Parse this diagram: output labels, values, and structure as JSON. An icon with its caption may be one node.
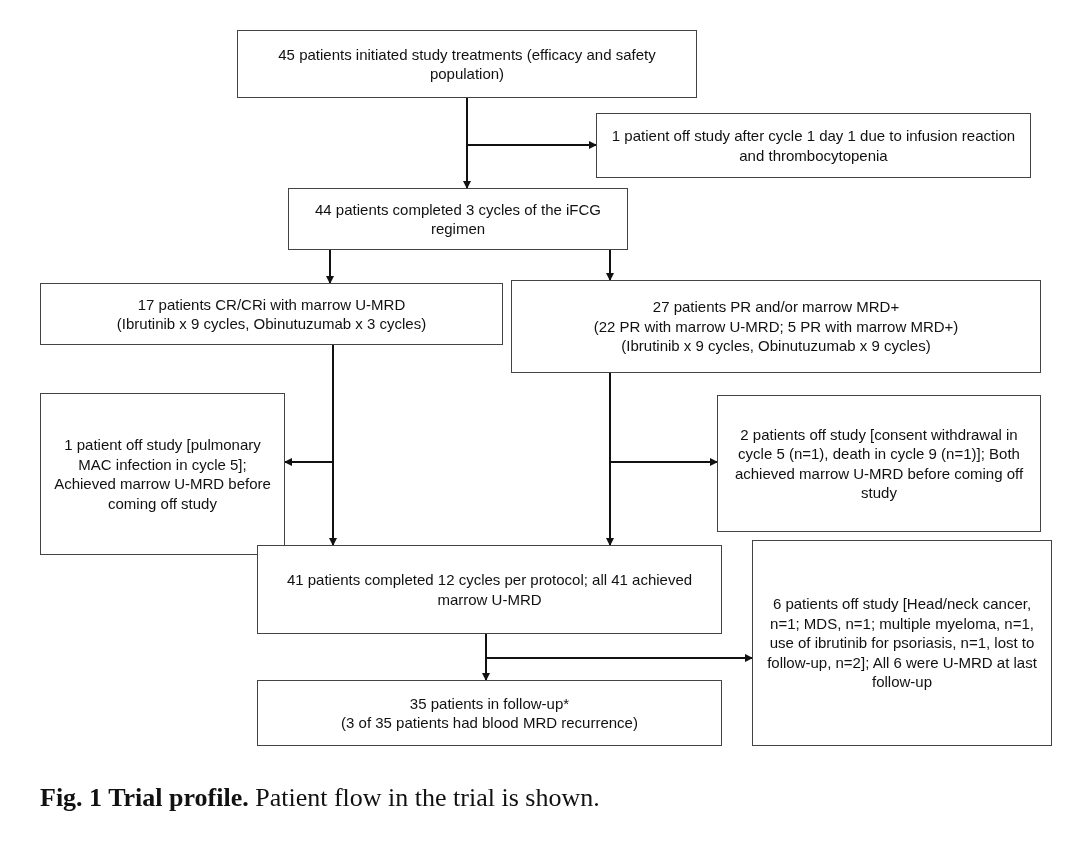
{
  "diagram": {
    "caption": "**Fig. 1 Trial profile.** Patient flow in the trial is shown.",
    "nodes": [
      {
        "text": [
          "45 patients initiated study treatments (efficacy and safety population)"
        ]
      },
      {
        "text": [
          "1 patient off study after cycle 1 day 1 due to infusion reaction and thrombocytopenia"
        ]
      },
      {
        "text": [
          "44 patients completed 3 cycles of the iFCG regimen"
        ]
      },
      {
        "text": [
          "17 patients CR/CRi with marrow U-MRD",
          "(Ibrutinib x 9 cycles, Obinutuzumab x 3 cycles)"
        ]
      },
      {
        "text": [
          "27 patients PR and/or marrow MRD+",
          "(22 PR with marrow U-MRD; 5 PR with marrow MRD+)",
          "(Ibrutinib x 9 cycles, Obinutuzumab x 9 cycles)"
        ]
      },
      {
        "text": [
          "1 patient off study [pulmonary MAC infection in cycle 5]; Achieved marrow U-MRD before coming off study"
        ]
      },
      {
        "text": [
          "2 patients off study [consent withdrawal in cycle 5 (n=1), death in cycle 9 (n=1)]; Both achieved marrow U-MRD before coming off study"
        ]
      },
      {
        "text": [
          "41 patients completed 12 cycles per protocol; all 41 achieved marrow U-MRD"
        ]
      },
      {
        "text": [
          "6 patients off study [Head/neck cancer, n=1; MDS, n=1; multiple myeloma, n=1, use of ibrutinib for psoriasis, n=1, lost to follow-up, n=2]; All 6 were U-MRD at last follow-up"
        ]
      },
      {
        "text": [
          "35 patients in follow-up*",
          "(3 of 35 patients had blood MRD recurrence)"
        ]
      }
    ],
    "edges": [
      {
        "from": 0,
        "to": 2,
        "arrow": "to"
      },
      {
        "from": 0,
        "to": 1,
        "arrow": "to"
      },
      {
        "from": 2,
        "to": 3,
        "arrow": "to"
      },
      {
        "from": 2,
        "to": 4,
        "arrow": "to"
      },
      {
        "from": 3,
        "to": 5,
        "arrow": "to"
      },
      {
        "from": 3,
        "to": 7,
        "arrow": "to"
      },
      {
        "from": 4,
        "to": 6,
        "arrow": "to"
      },
      {
        "from": 4,
        "to": 7,
        "arrow": "to"
      },
      {
        "from": 7,
        "to": 8,
        "arrow": "to"
      },
      {
        "from": 7,
        "to": 9,
        "arrow": "to"
      }
    ]
  }
}
